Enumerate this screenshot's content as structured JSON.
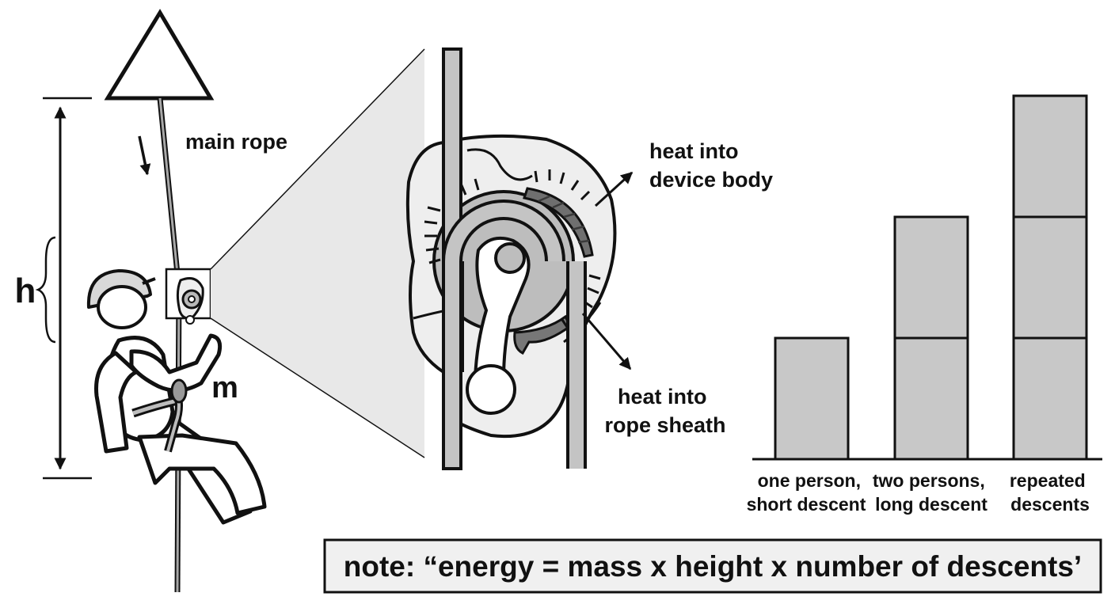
{
  "diagram": {
    "labels": {
      "height": "h",
      "mass": "m",
      "main_rope": "main rope",
      "heat_device": [
        "heat into",
        "device body"
      ],
      "heat_sheath": [
        "heat into",
        "rope sheath"
      ]
    },
    "note": "note: “energy = mass x height x number of descents’"
  },
  "chart_data": {
    "type": "bar",
    "stacked": true,
    "categories": [
      [
        "one person,",
        "short descent"
      ],
      [
        "two persons,",
        "long descent"
      ],
      [
        "repeated",
        "descents"
      ]
    ],
    "segments": [
      1,
      2,
      3
    ],
    "segment_unit": "equal energy units",
    "title": "",
    "xlabel": "",
    "ylabel": "",
    "colors": {
      "bar_fill": "#c8c8c8",
      "outline": "#111111"
    }
  }
}
